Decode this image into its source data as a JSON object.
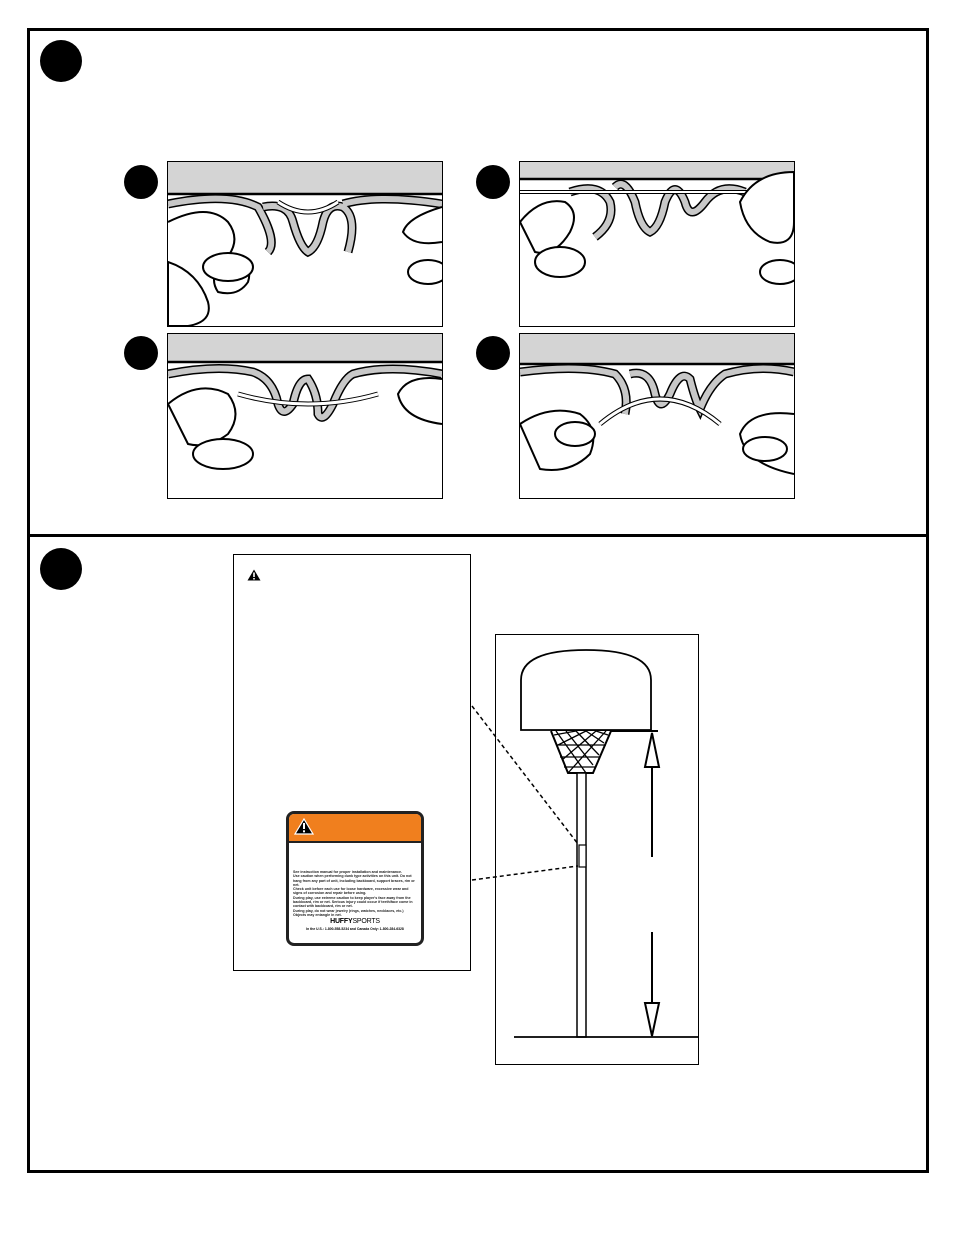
{
  "label": {
    "instructions": "See instruction manual for proper installation and maintenance.\nUse caution when performing dunk type activities on this unit. Do not hang from any part of unit, including backboard, support braces, rim or net.\nCheck unit before each use for loose hardware, excessive wear and signs of corrosion and repair before using.\nDuring play, use extreme caution to keep player's face away from the backboard, rim or net. Serious injury could occur if teeth/face come in contact with backboard, rim or net.\nDuring play, do not wear jewelry (rings, watches, necklaces, etc.) Objects may entangle in net.",
    "brand_bold": "HUFFY",
    "brand_light": "SPORTS",
    "phone": "In the U.S.: 1-800-558-5234 and Canada Only: 1-800-284-6328"
  },
  "icons": {
    "warning": "warning-triangle-icon"
  },
  "colors": {
    "label_header": "#f07f1e",
    "rope": "#c8c8c8",
    "rim_bar": "#d4d4d4"
  }
}
